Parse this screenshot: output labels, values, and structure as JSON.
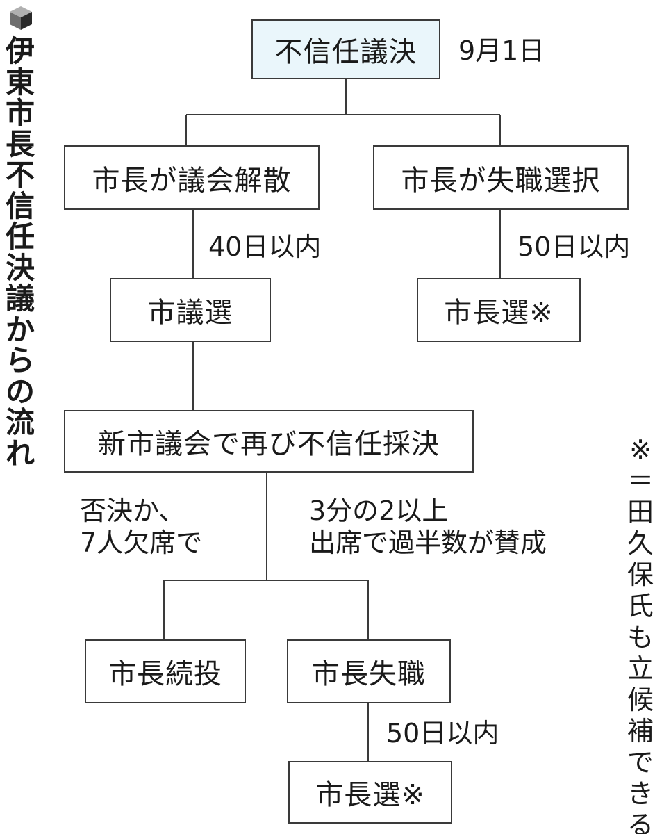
{
  "title": "伊東市長不信任決議からの流れ",
  "note": "※＝田久保氏も立候補できる",
  "nodes": {
    "start": "不信任議決",
    "dissolve": "市長が議会解散",
    "resign": "市長が失職選択",
    "council_election": "市議選",
    "mayor_election_1": "市長選※",
    "revote": "新市議会で再び不信任採決",
    "continue": "市長続投",
    "lose_office": "市長失職",
    "mayor_election_2": "市長選※"
  },
  "labels": {
    "date": "9月1日",
    "within_40": "40日以内",
    "within_50_a": "50日以内",
    "rejected_1": "否決か、",
    "rejected_2": "7人欠席で",
    "passed_1": "3分の2以上",
    "passed_2": "出席で過半数が賛成",
    "within_50_b": "50日以内"
  },
  "colors": {
    "start_fill": "#eaf6fb",
    "line": "#3a3a3a"
  },
  "icons": {
    "title_marker": "cube-icon"
  }
}
